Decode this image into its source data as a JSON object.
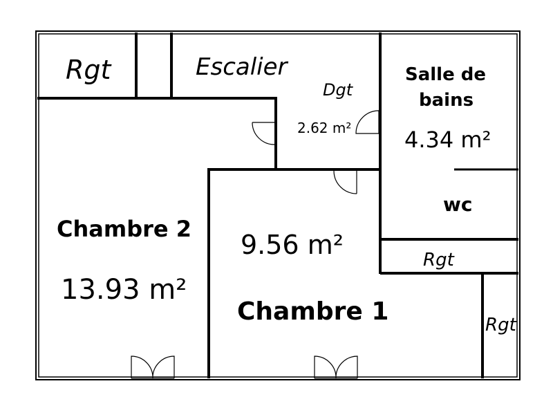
{
  "plan": {
    "rooms": {
      "rgt_top": {
        "name": "Rgt"
      },
      "escalier": {
        "name": "Escalier"
      },
      "dgt": {
        "name": "Dgt",
        "area": "2.62 m²"
      },
      "salle_de_bains": {
        "name_line1": "Salle de",
        "name_line2": "bains",
        "area": "4.34 m²"
      },
      "wc": {
        "name": "wc"
      },
      "rgt_mid": {
        "name": "Rgt"
      },
      "rgt_right": {
        "name": "Rgt"
      },
      "chambre_2": {
        "name": "Chambre 2",
        "area": "13.93 m²"
      },
      "chambre_1": {
        "name": "Chambre 1",
        "area": "9.56 m²"
      }
    },
    "colors": {
      "wall": "#000000",
      "background": "#ffffff"
    }
  }
}
